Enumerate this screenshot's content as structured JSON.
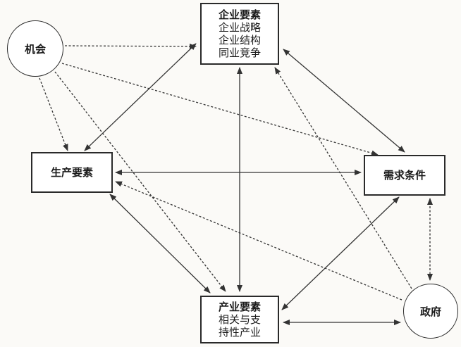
{
  "nodes": {
    "enterprise": {
      "title": "企业要素",
      "lines": [
        "企业战略",
        "企业结构",
        "同业竞争"
      ]
    },
    "factor": {
      "title": "生产要素"
    },
    "demand": {
      "title": "需求条件"
    },
    "industry": {
      "title": "产业要素",
      "lines": [
        "相关与支",
        "持性产业"
      ]
    },
    "chance": {
      "title": "机会"
    },
    "government": {
      "title": "政府"
    }
  },
  "edges": {
    "solid_bidirectional": [
      [
        "enterprise",
        "factor"
      ],
      [
        "enterprise",
        "demand"
      ],
      [
        "enterprise",
        "industry"
      ],
      [
        "factor",
        "demand"
      ],
      [
        "factor",
        "industry"
      ],
      [
        "demand",
        "industry"
      ],
      [
        "industry",
        "government"
      ]
    ],
    "dashed_one_way": [
      [
        "chance",
        "enterprise"
      ],
      [
        "chance",
        "factor"
      ],
      [
        "chance",
        "demand"
      ],
      [
        "chance",
        "industry"
      ],
      [
        "government",
        "enterprise"
      ],
      [
        "government",
        "factor"
      ]
    ],
    "dashed_bidirectional": [
      [
        "demand",
        "government"
      ]
    ]
  },
  "colors": {
    "line": "#333333",
    "border": "#2a2a2a",
    "background": "#fbfaf7"
  }
}
